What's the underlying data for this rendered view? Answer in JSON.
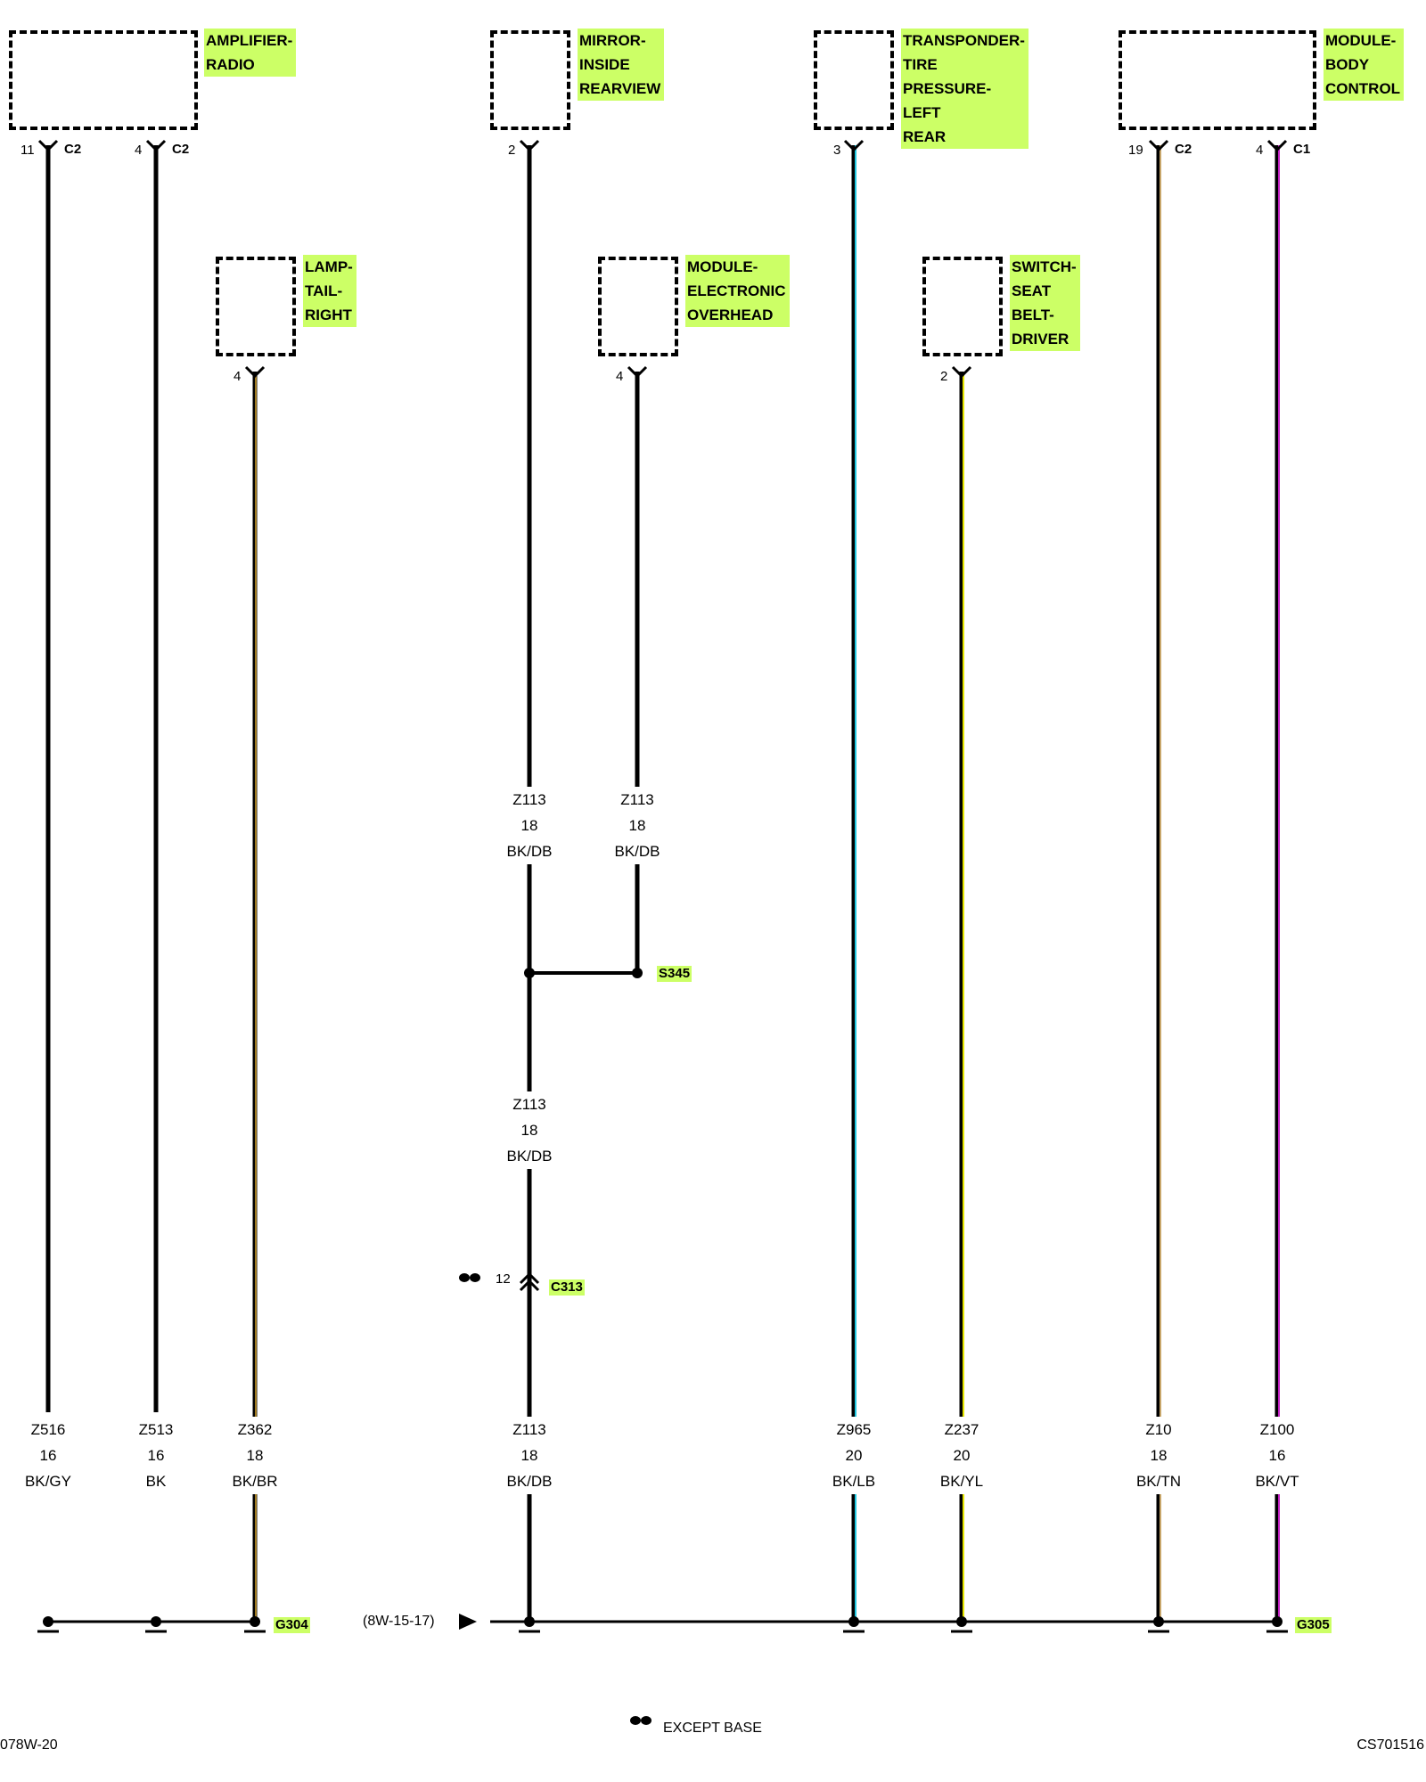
{
  "components": {
    "amplifier": {
      "label": "AMPLIFIER-\nRADIO",
      "pins": [
        "11",
        "4"
      ],
      "connectors": [
        "C2",
        "C2"
      ]
    },
    "mirror": {
      "label": "MIRROR-\nINSIDE\nREARVIEW",
      "pins": [
        "2"
      ]
    },
    "transponder": {
      "label": "TRANSPONDER-\nTIRE\nPRESSURE-\nLEFT\nREAR",
      "pins": [
        "3"
      ]
    },
    "bcm": {
      "label": "MODULE-\nBODY\nCONTROL",
      "pins": [
        "19",
        "4"
      ],
      "connectors": [
        "C2",
        "C1"
      ]
    },
    "lamp": {
      "label": "LAMP-\nTAIL-\nRIGHT",
      "pins": [
        "4"
      ]
    },
    "overhead": {
      "label": "MODULE-\nELECTRONIC\nOVERHEAD",
      "pins": [
        "4"
      ]
    },
    "seatbelt": {
      "label": "SWITCH-\nSEAT\nBELT-\nDRIVER",
      "pins": [
        "2"
      ]
    }
  },
  "wires": {
    "z516": {
      "circuit": "Z516",
      "gauge": "16",
      "color": "BK/GY",
      "stripe": "#000000"
    },
    "z513": {
      "circuit": "Z513",
      "gauge": "16",
      "color": "BK",
      "stripe": "#000000"
    },
    "z362": {
      "circuit": "Z362",
      "gauge": "18",
      "color": "BK/BR",
      "stripe": "#8b6914"
    },
    "z113_mirror": {
      "circuit": "Z113",
      "gauge": "18",
      "color": "BK/DB"
    },
    "z113_overhead": {
      "circuit": "Z113",
      "gauge": "18",
      "color": "BK/DB"
    },
    "z113_mid": {
      "circuit": "Z113",
      "gauge": "18",
      "color": "BK/DB"
    },
    "z113_low": {
      "circuit": "Z113",
      "gauge": "18",
      "color": "BK/DB"
    },
    "z965": {
      "circuit": "Z965",
      "gauge": "20",
      "color": "BK/LB",
      "stripe": "#22c8e0"
    },
    "z237": {
      "circuit": "Z237",
      "gauge": "20",
      "color": "BK/YL",
      "stripe": "#e6e600"
    },
    "z10": {
      "circuit": "Z10",
      "gauge": "18",
      "color": "BK/TN",
      "stripe": "#c8a66a"
    },
    "z100": {
      "circuit": "Z100",
      "gauge": "16",
      "color": "BK/VT",
      "stripe": "#c020c0"
    }
  },
  "splice": "S345",
  "connector_c313": {
    "name": "C313",
    "pin": "12"
  },
  "grounds": {
    "g304": "G304",
    "g305": "G305"
  },
  "reference": "(8W-15-17)",
  "legend": {
    "symbol": "double-dot-icon",
    "text": "EXCEPT BASE"
  },
  "footer": {
    "left": "078W-20",
    "right": "CS701516"
  },
  "highlight_color": "#ccff66"
}
